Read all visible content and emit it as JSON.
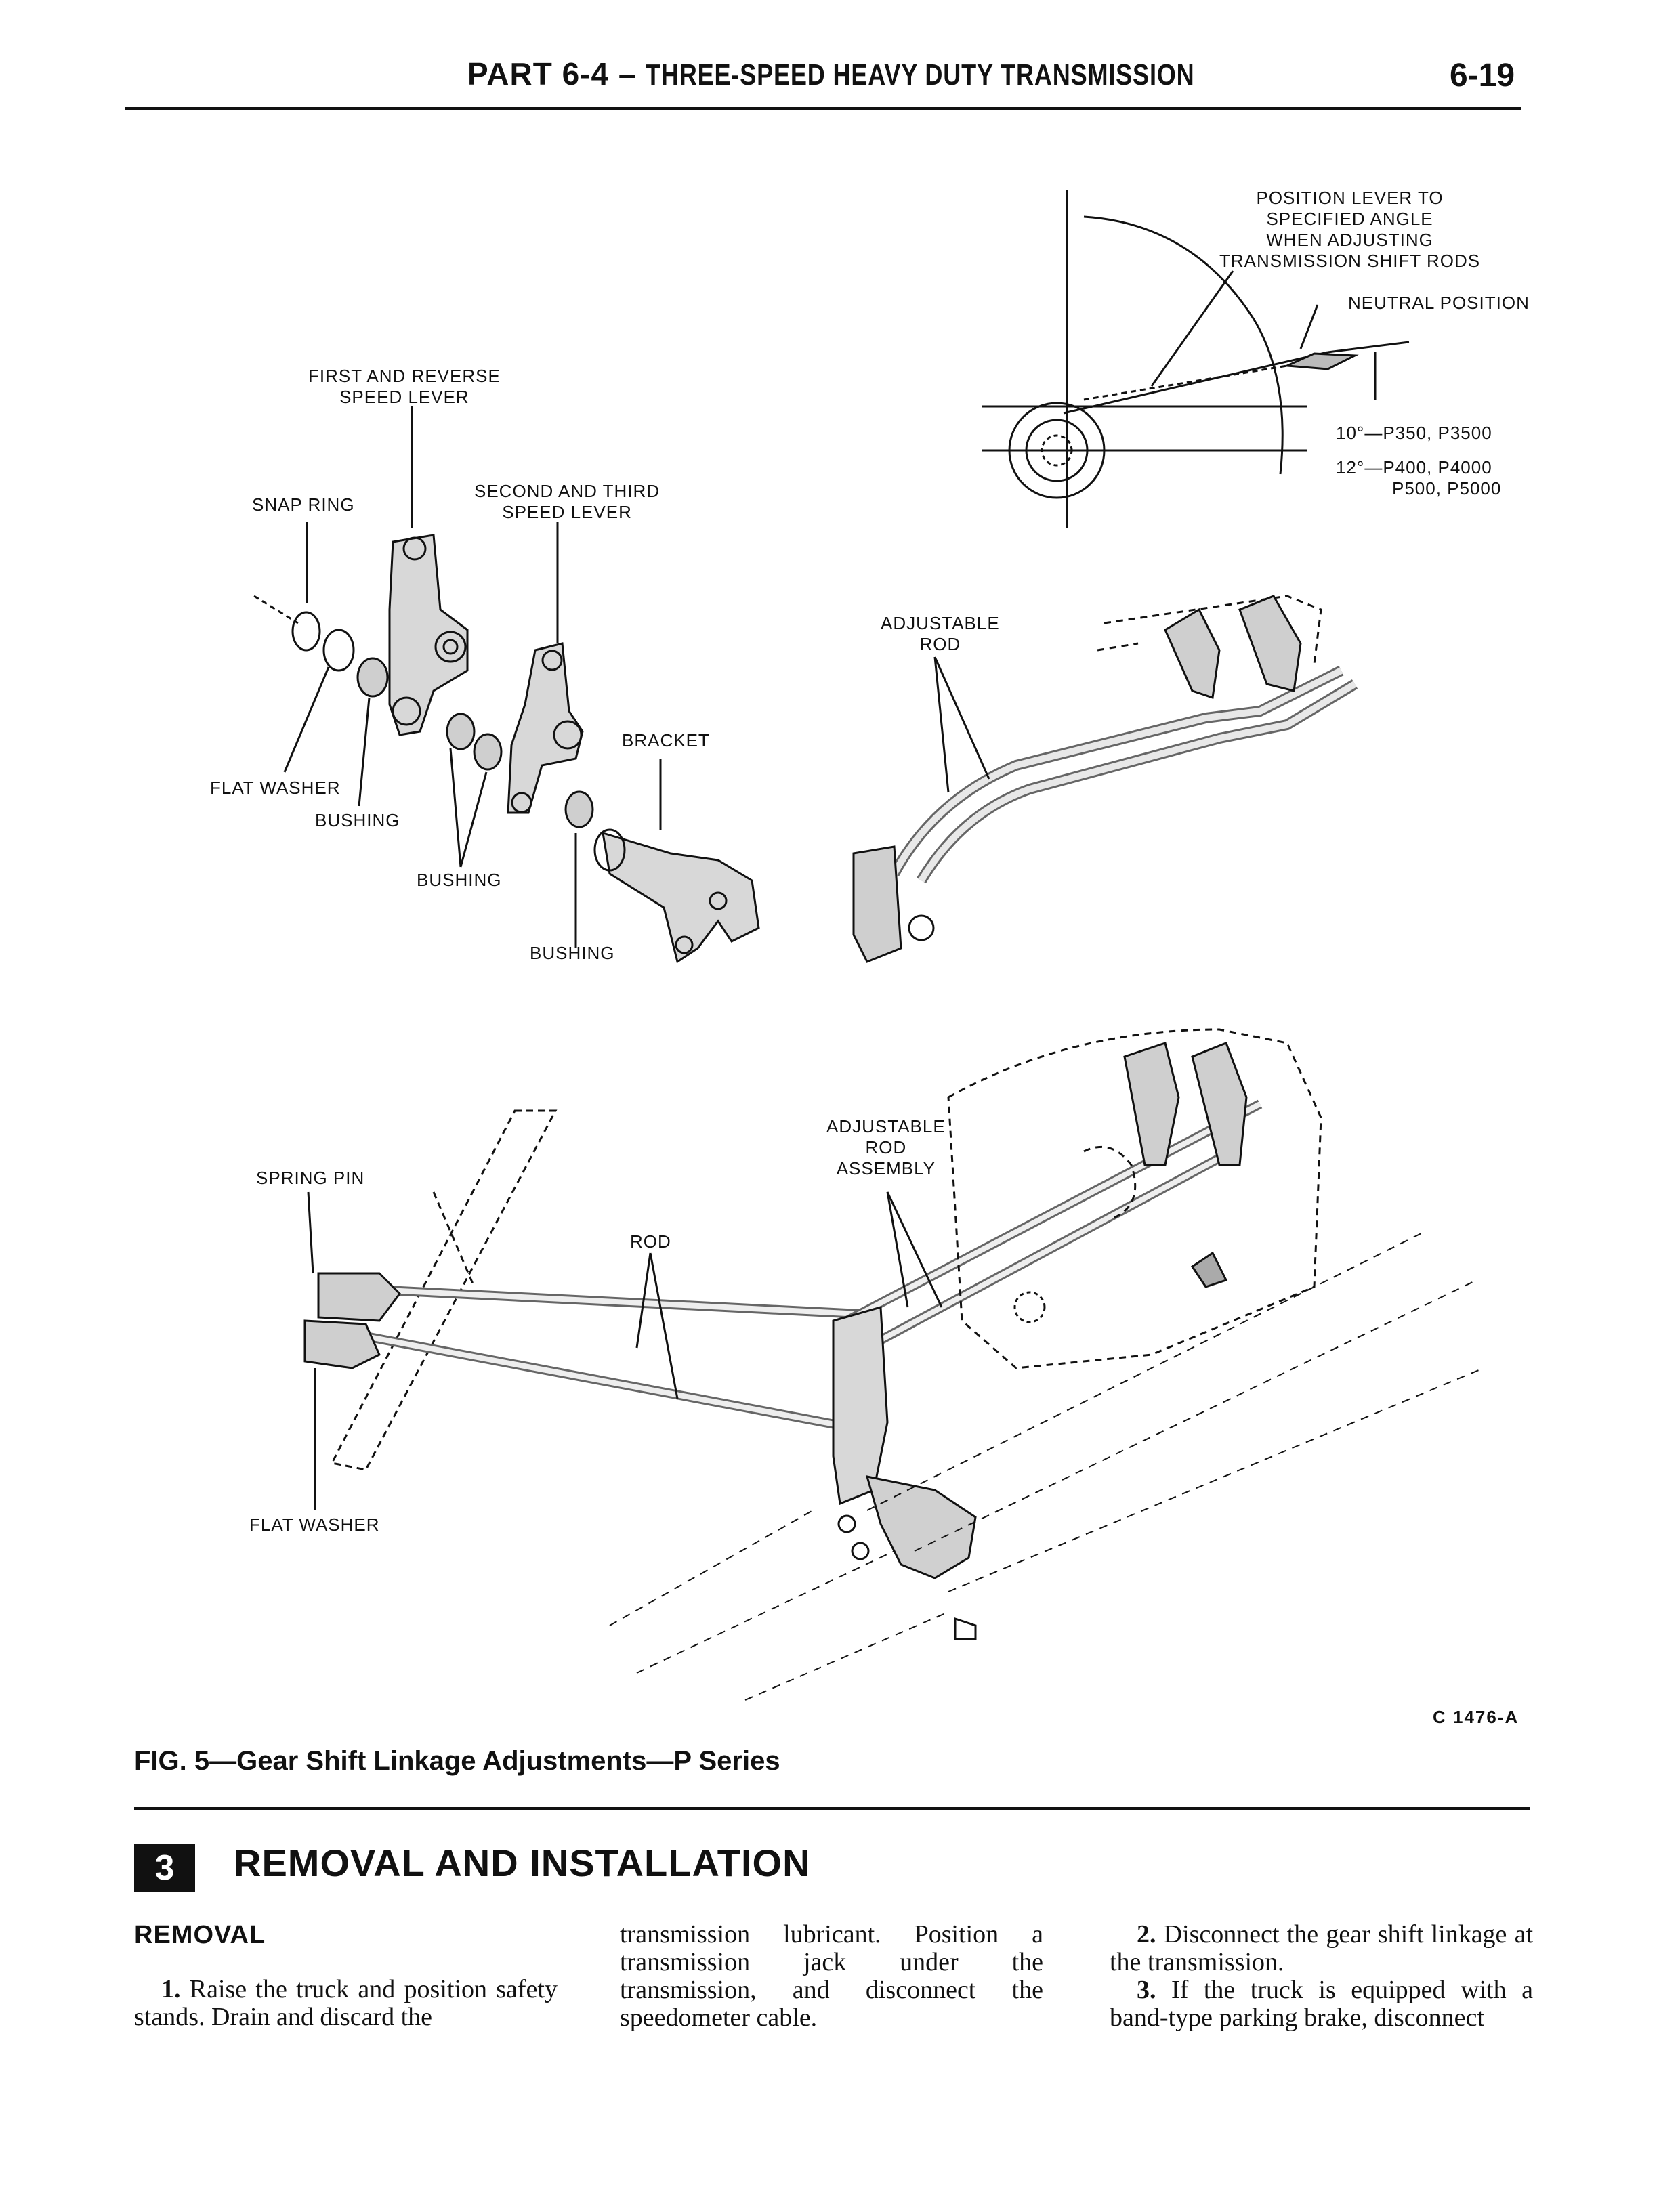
{
  "header": {
    "part": "PART 6-4 –",
    "title": "THREE-SPEED HEAVY DUTY TRANSMISSION",
    "page_number": "6-19"
  },
  "figure": {
    "code": "C 1476-A",
    "caption": "FIG. 5—Gear Shift Linkage Adjustments—P Series",
    "labels": {
      "first_reverse": [
        "FIRST AND REVERSE",
        "SPEED LEVER"
      ],
      "second_third": [
        "SECOND AND THIRD",
        "SPEED LEVER"
      ],
      "snap_ring": "SNAP RING",
      "flat_washer_top": "FLAT WASHER",
      "bushing_1": "BUSHING",
      "bushing_2": "BUSHING",
      "bushing_3": "BUSHING",
      "bracket": "BRACKET",
      "adjustable_rod": [
        "ADJUSTABLE",
        "ROD"
      ],
      "position_lever": [
        "POSITION LEVER TO",
        "SPECIFIED ANGLE",
        "WHEN ADJUSTING",
        "TRANSMISSION SHIFT RODS"
      ],
      "neutral_position": "NEUTRAL POSITION",
      "angle_1": "10°—P350, P3500",
      "angle_2a": "12°—P400, P4000",
      "angle_2b": "P500, P5000",
      "spring_pin": "SPRING PIN",
      "rod": "ROD",
      "adjustable_rod_assembly": [
        "ADJUSTABLE",
        "ROD",
        "ASSEMBLY"
      ],
      "flat_washer_bottom": "FLAT WASHER"
    }
  },
  "section": {
    "number": "3",
    "title": "REMOVAL AND INSTALLATION",
    "subheading": "REMOVAL"
  },
  "text": {
    "col1_num": "1.",
    "col1_body": "Raise the truck and position safety stands. Drain and discard the",
    "col2_body": "transmission lubricant. Position a transmission jack under the transmission, and disconnect the speedometer cable.",
    "col3_p1_num": "2.",
    "col3_p1_body": "Disconnect the gear shift linkage at the transmission.",
    "col3_p2_num": "3.",
    "col3_p2_body": "If the truck is equipped with a band-type parking brake, disconnect"
  }
}
